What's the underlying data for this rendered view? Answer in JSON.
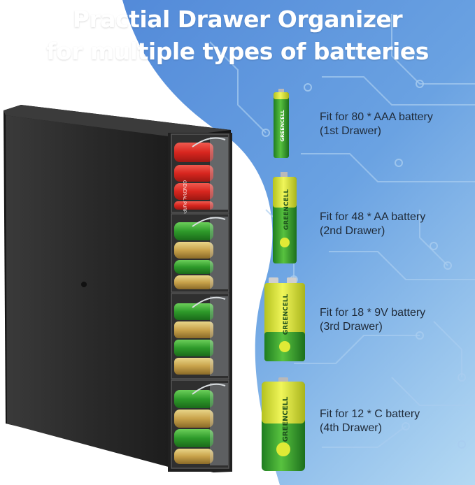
{
  "title": {
    "line1": "Practial Drawer Organizer",
    "line2": "for multiple types of batteries"
  },
  "brand": "GREENCELL",
  "battery_print": "GENERAL PURPOSE",
  "fits": [
    {
      "line1": "Fit for 80 * AAA battery",
      "line2": "(1st Drawer)"
    },
    {
      "line1": "Fit for 48 * AA battery",
      "line2": "(2nd Drawer)"
    },
    {
      "line1": "Fit for 18 * 9V battery",
      "line2": "(3rd Drawer)"
    },
    {
      "line1": "Fit for 12 * C battery",
      "line2": "(4th Drawer)"
    }
  ],
  "colors": {
    "background_blue": "#5b8fd8",
    "organizer_black": "#2b2b2b",
    "battery_green": "#2e9a2a",
    "battery_yellow": "#e0ea36",
    "battery_red": "#d8261f"
  }
}
